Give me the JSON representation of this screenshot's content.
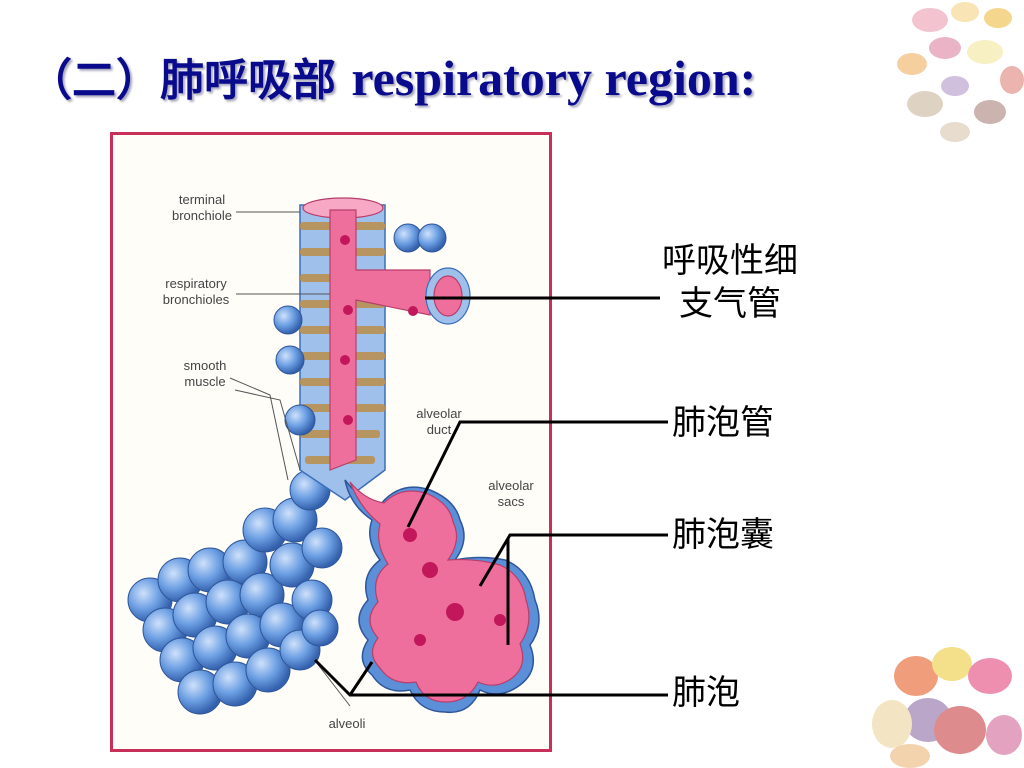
{
  "slide": {
    "title_cn": "（二）肺呼吸部",
    "title_en": "respiratory region:"
  },
  "figure": {
    "labels_en": {
      "terminal_bronchiole": "terminal\nbronchiole",
      "respiratory_bronchioles": "respiratory\nbronchioles",
      "smooth_muscle": "smooth\nmuscle",
      "alveolar_duct": "alveolar\nduct",
      "alveolar_sacs": "alveolar\nsacs",
      "alveoli": "alveoli"
    }
  },
  "annotations": {
    "respiratory_bronchiole": "呼吸性细\n支气管",
    "alveolar_duct": "肺泡管",
    "alveolar_sac": "肺泡囊",
    "alveolus": "肺泡"
  },
  "colors": {
    "title": "#0a0a8c",
    "frame_border": "#c8305a",
    "alveoli_blue": "#5b8fd8",
    "duct_pink": "#ee6f9c",
    "muscle_tan": "#b8935a"
  }
}
